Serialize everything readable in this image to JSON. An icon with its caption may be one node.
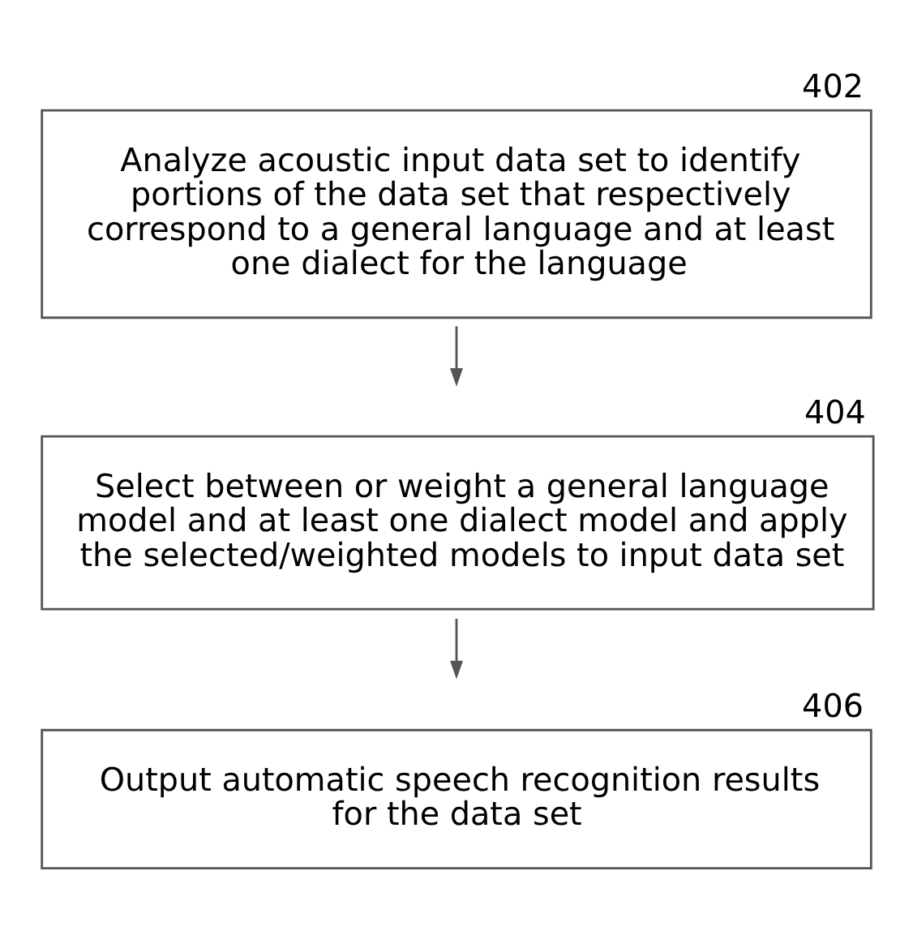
{
  "diagram": {
    "nodes": [
      {
        "text": [
          "Analyze acoustic input data set to identify portions of the data set that respectively correspond to a general language and at least one dialect for the language"
        ],
        "beside": [
          "402"
        ]
      },
      {
        "text": [
          "Select between or weight a general language model and at least one dialect model and apply the selected/weighted models to input data set"
        ],
        "beside": [
          "404"
        ]
      },
      {
        "text": [
          "Output automatic speech recognition results for the data set"
        ],
        "beside": [
          "406"
        ]
      }
    ],
    "edges": [
      {
        "from": 0,
        "to": 1,
        "arrow": "to"
      },
      {
        "from": 1,
        "to": 2,
        "arrow": "to"
      }
    ]
  }
}
